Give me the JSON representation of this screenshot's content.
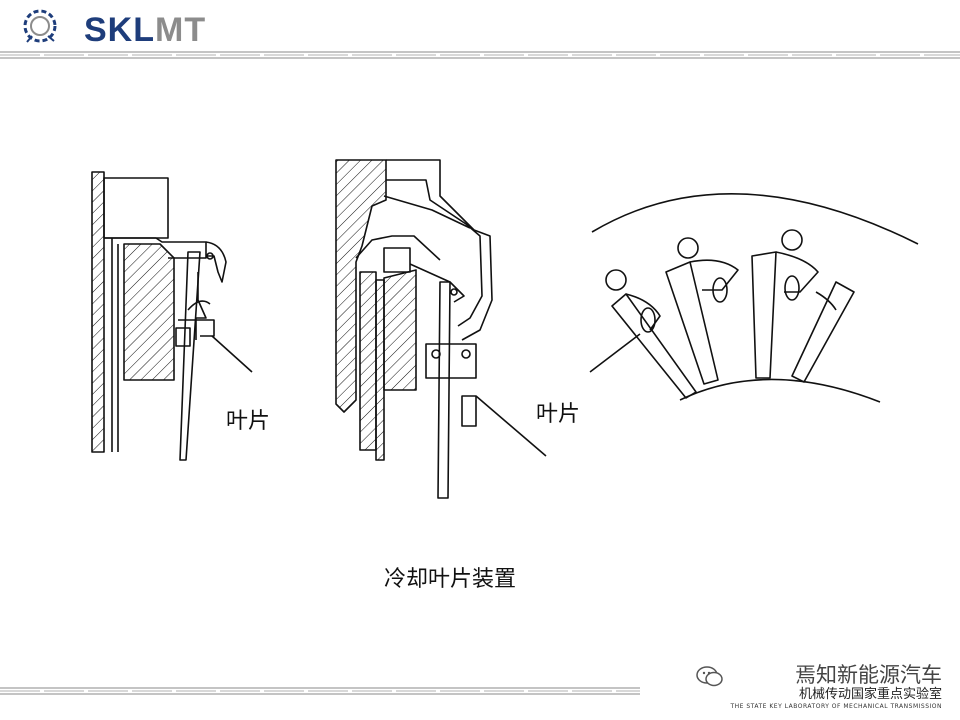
{
  "header": {
    "logo_part1": "SKL",
    "logo_part2": "MT"
  },
  "labels": {
    "left_blade": "叶片",
    "middle_blade": "叶片"
  },
  "caption": "冷却叶片装置",
  "watermark": {
    "name": "焉知新能源汽车",
    "subtitle": "机械传动国家重点实验室",
    "english": "THE STATE KEY LABORATORY OF MECHANICAL TRANSMISSION"
  },
  "colors": {
    "logo_blue": "#1e3d7b",
    "logo_gray": "#8c8c8c",
    "line": "#111111"
  }
}
